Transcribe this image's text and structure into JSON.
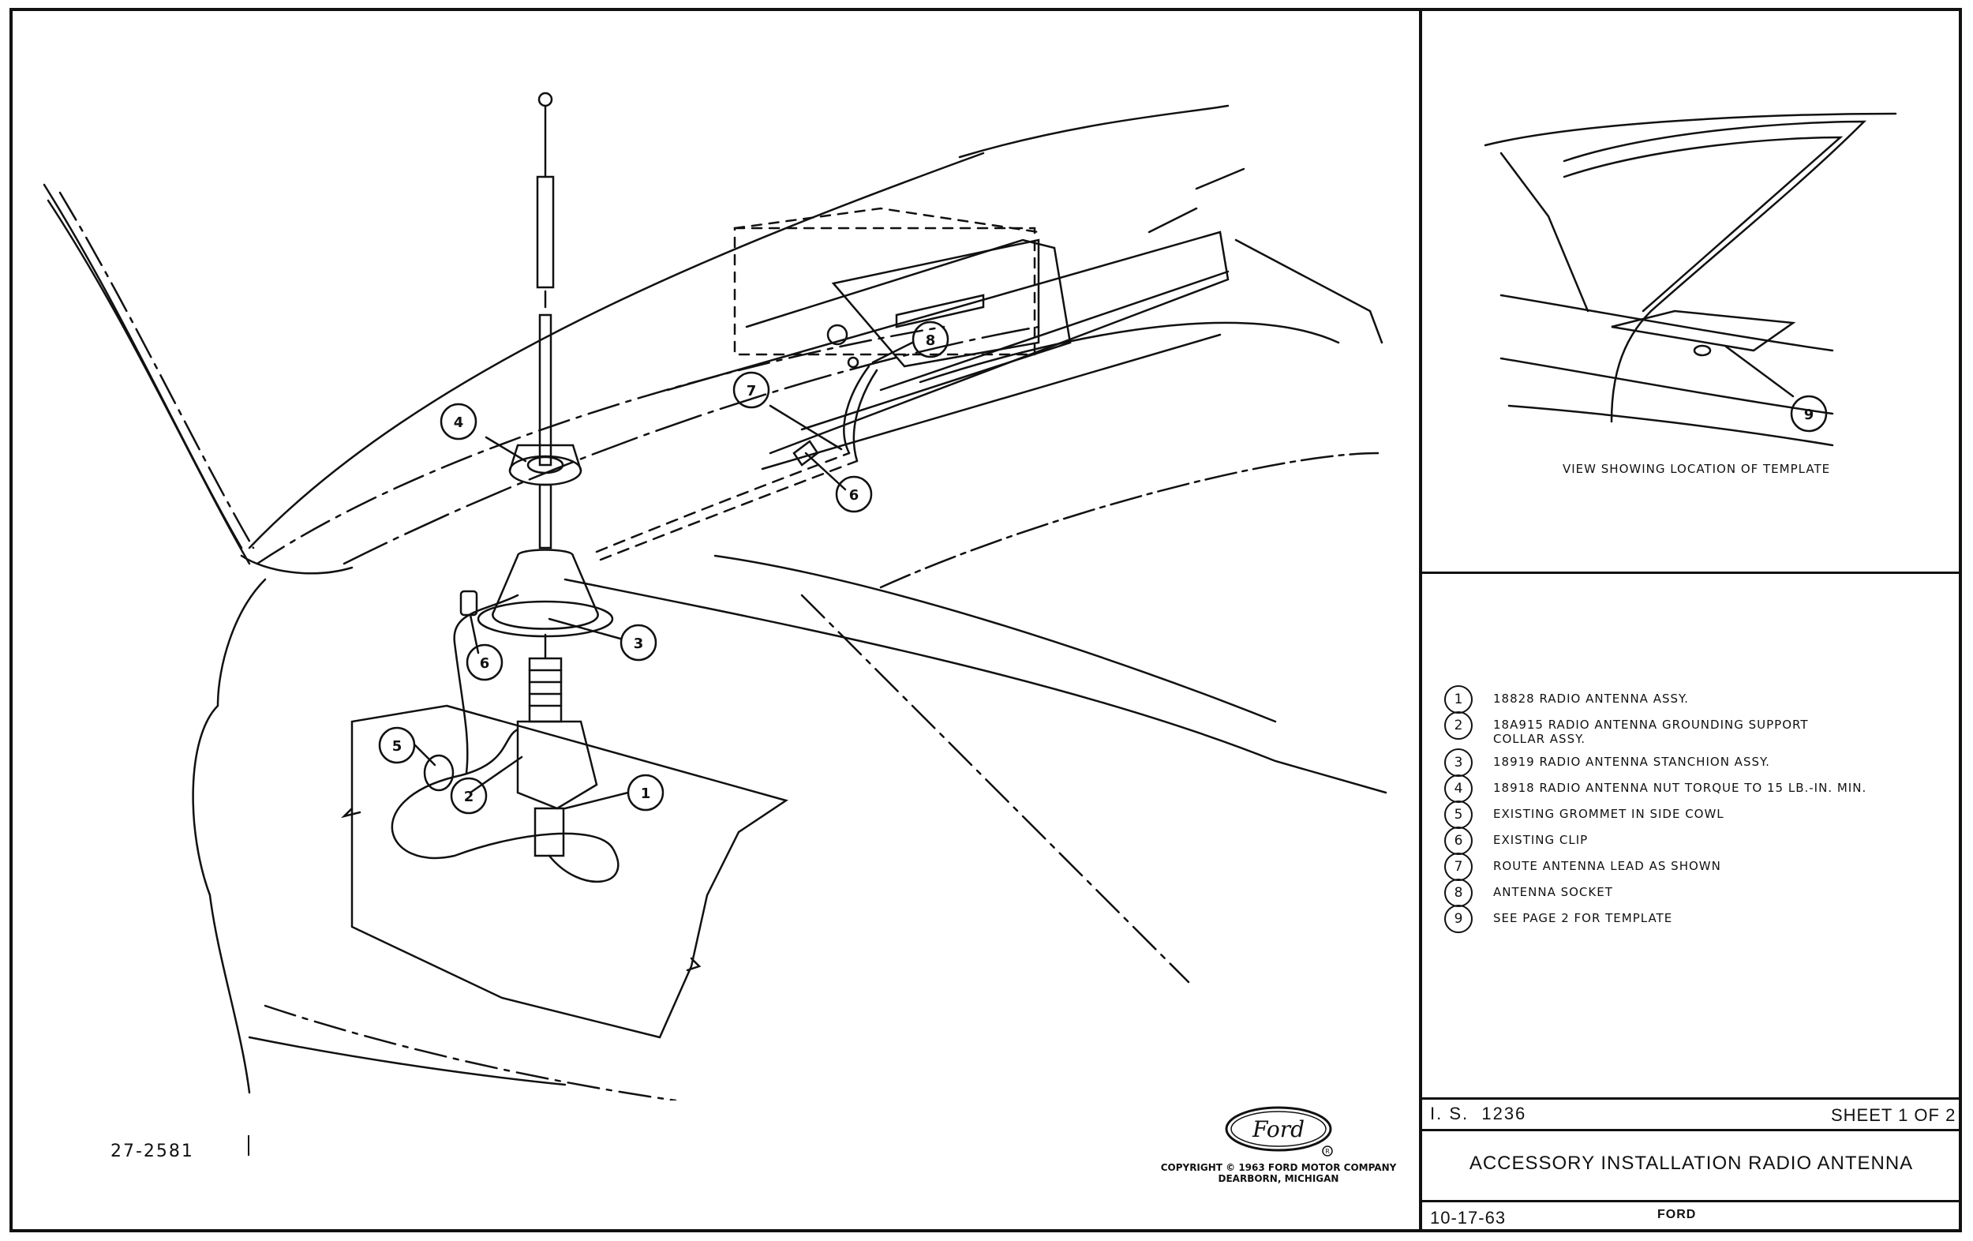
{
  "diagram": {
    "callouts": [
      "1",
      "2",
      "3",
      "4",
      "5",
      "6",
      "6",
      "7",
      "8",
      "9"
    ]
  },
  "inset": {
    "caption": "VIEW SHOWING LOCATION OF TEMPLATE",
    "callout": "9"
  },
  "legend": [
    {
      "num": "1",
      "text": "18828 RADIO ANTENNA ASSY."
    },
    {
      "num": "2",
      "text": "18A915 RADIO ANTENNA GROUNDING SUPPORT\nCOLLAR ASSY."
    },
    {
      "num": "3",
      "text": "18919 RADIO ANTENNA STANCHION ASSY."
    },
    {
      "num": "4",
      "text": "18918 RADIO ANTENNA NUT TORQUE TO 15 LB.-IN. MIN."
    },
    {
      "num": "5",
      "text": "EXISTING GROMMET IN SIDE COWL"
    },
    {
      "num": "6",
      "text": "EXISTING CLIP"
    },
    {
      "num": "7",
      "text": "ROUTE ANTENNA LEAD AS SHOWN"
    },
    {
      "num": "8",
      "text": "ANTENNA SOCKET"
    },
    {
      "num": "9",
      "text": "SEE PAGE 2 FOR TEMPLATE"
    }
  ],
  "title_block": {
    "is_number": "I. S.  1236",
    "sheet": "SHEET 1 OF 2",
    "title": "ACCESSORY INSTALLATION RADIO ANTENNA",
    "date": "10-17-63",
    "brand": "FORD"
  },
  "doc_number": "27-2581",
  "logo_text": "Ford",
  "copyright": {
    "line1": "COPYRIGHT © 1963 FORD MOTOR COMPANY",
    "line2": "DEARBORN, MICHIGAN"
  }
}
